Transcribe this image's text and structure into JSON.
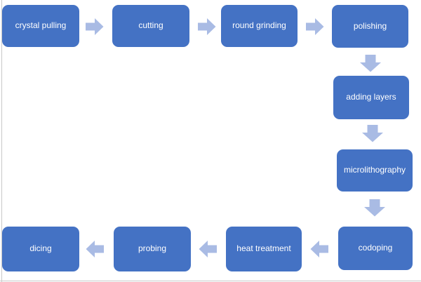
{
  "page": {
    "background_color": "#ffffff",
    "border_color": "#c9c9c9"
  },
  "flowchart": {
    "node_fill_color": "#4472c4",
    "node_text_color": "#ffffff",
    "arrow_fill_color": "#a9bbe4",
    "nodes": [
      {
        "label": "crystal pulling"
      },
      {
        "label": "cutting"
      },
      {
        "label": "round grinding"
      },
      {
        "label": "polishing"
      },
      {
        "label": "adding layers"
      },
      {
        "label": "microlithography"
      },
      {
        "label": "codoping"
      },
      {
        "label": "heat treatment"
      },
      {
        "label": "probing"
      },
      {
        "label": "dicing"
      }
    ],
    "connections": [
      {
        "from": "crystal pulling",
        "to": "cutting",
        "direction": "right"
      },
      {
        "from": "cutting",
        "to": "round grinding",
        "direction": "right"
      },
      {
        "from": "round grinding",
        "to": "polishing",
        "direction": "right"
      },
      {
        "from": "polishing",
        "to": "adding layers",
        "direction": "down"
      },
      {
        "from": "adding layers",
        "to": "microlithography",
        "direction": "down"
      },
      {
        "from": "microlithography",
        "to": "codoping",
        "direction": "down"
      },
      {
        "from": "codoping",
        "to": "heat treatment",
        "direction": "left"
      },
      {
        "from": "heat treatment",
        "to": "probing",
        "direction": "left"
      },
      {
        "from": "probing",
        "to": "dicing",
        "direction": "left"
      }
    ]
  }
}
